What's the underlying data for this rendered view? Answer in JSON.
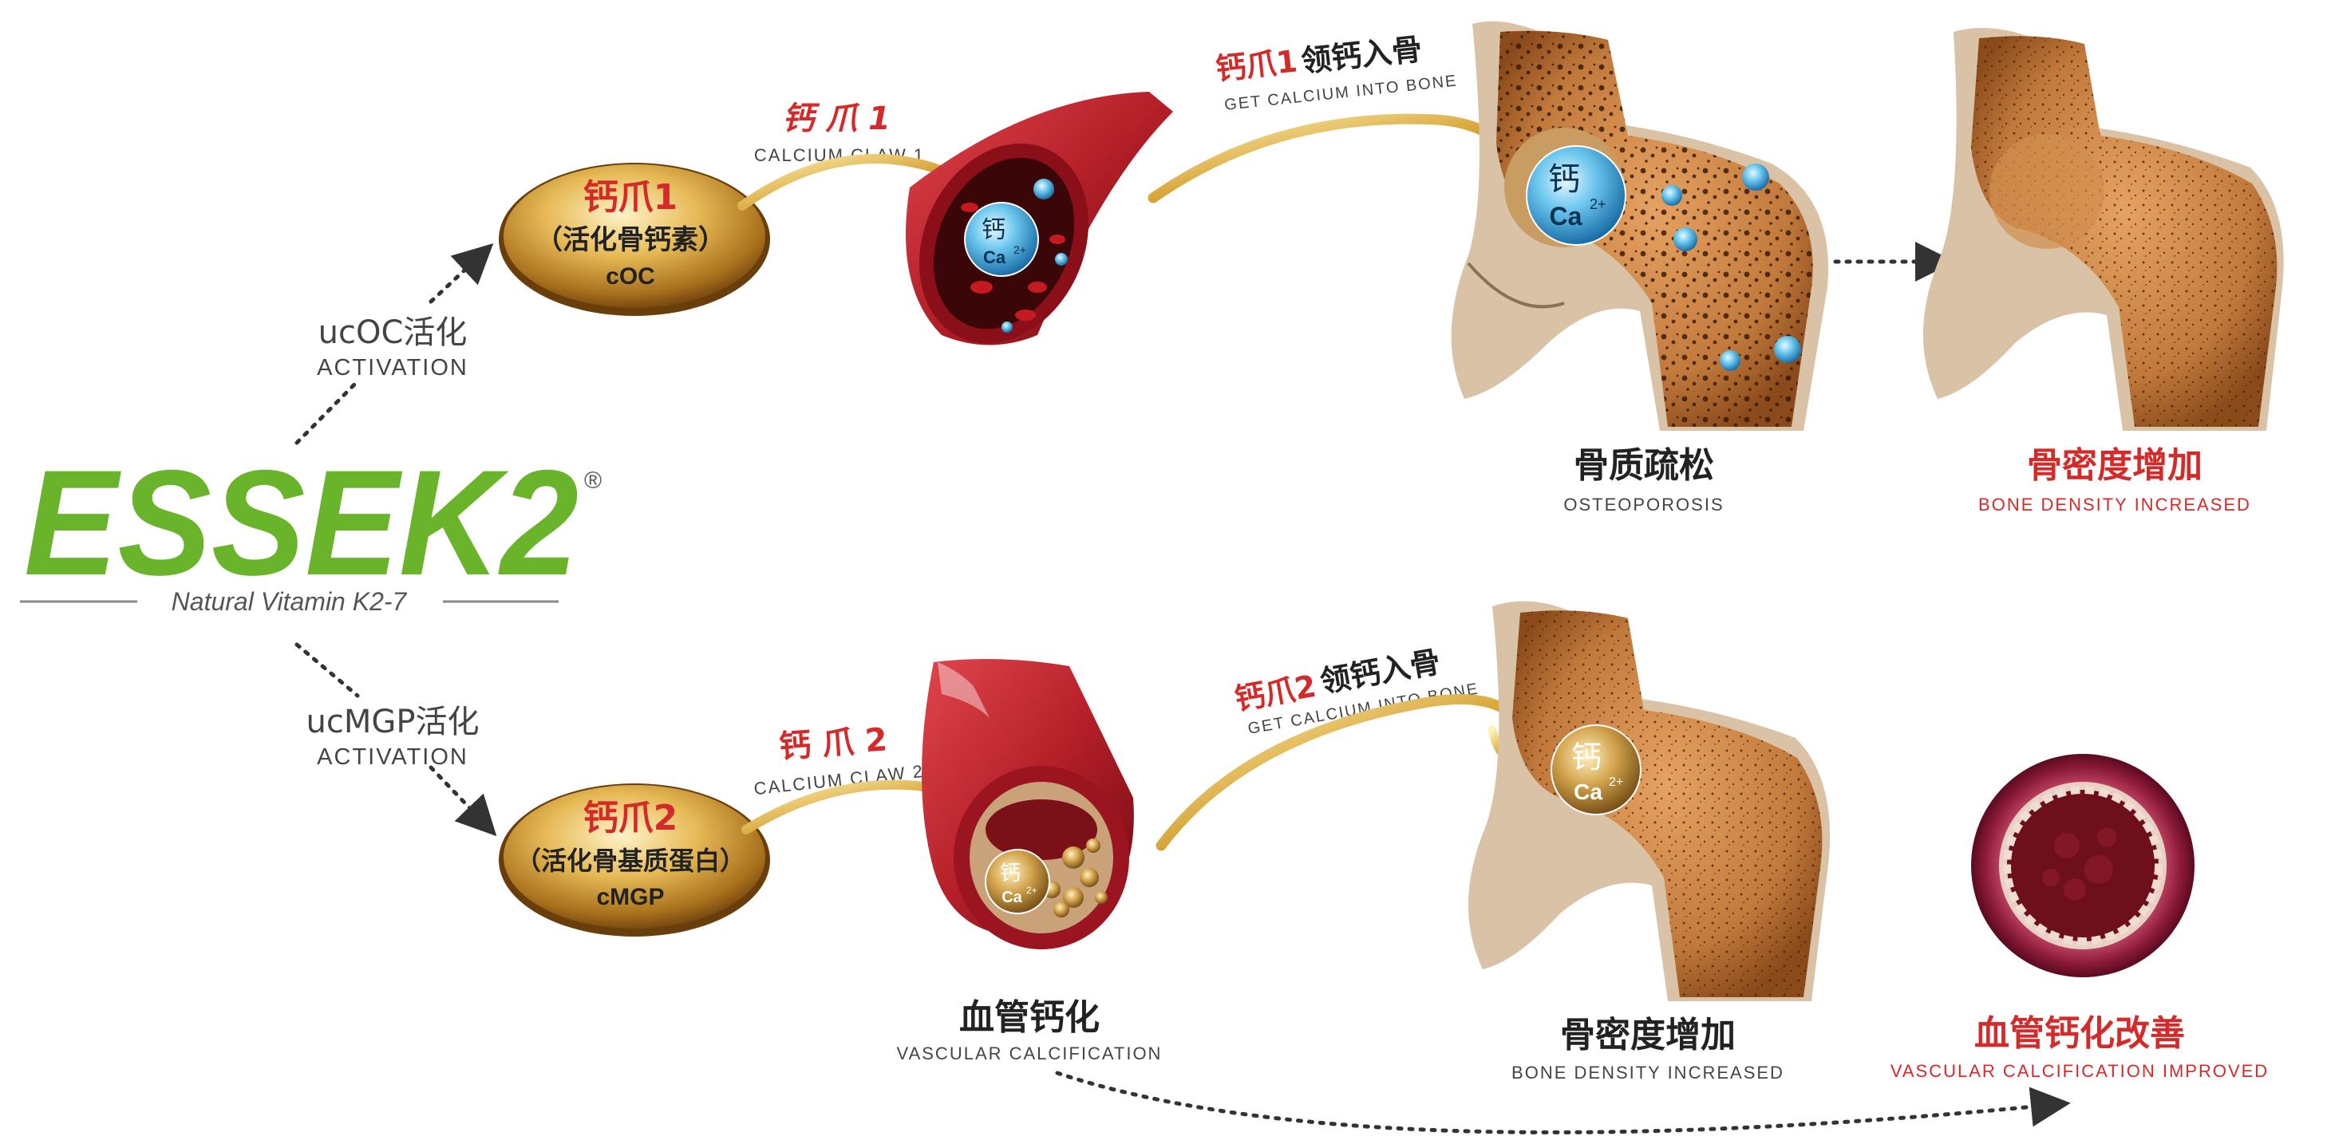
{
  "logo": {
    "wordmark": "ESSEK2",
    "registered": "®",
    "tagline": "Natural Vitamin K2-7",
    "colors": {
      "green": "#6ab42c",
      "gold": "#d4a018"
    }
  },
  "activation_top": {
    "line1": "ucOC活化",
    "line2": "ACTIVATION"
  },
  "activation_bottom": {
    "line1": "ucMGP活化",
    "line2": "ACTIVATION"
  },
  "pill_top": {
    "title": "钙爪1",
    "subtitle": "（活化骨钙素）",
    "code": "cOC"
  },
  "pill_bottom": {
    "title": "钙爪2",
    "subtitle": "（活化骨基质蛋白）",
    "code": "cMGP"
  },
  "claw1": {
    "cn": "钙 爪 1",
    "en": "CALCIUM CLAW 1"
  },
  "claw2": {
    "cn": "钙 爪 2",
    "en": "CALCIUM CLAW 2"
  },
  "lead1": {
    "cn_red": "钙爪1",
    "cn_dark": "领钙入骨",
    "en": "GET CALCIUM INTO BONE"
  },
  "lead2": {
    "cn_red": "钙爪2",
    "cn_dark": "领钙入骨",
    "en": "GET CALCIUM INTO BONE"
  },
  "calcium": {
    "cn": "钙",
    "symbol": "Ca",
    "charge": "2+"
  },
  "osteoporosis": {
    "cn": "骨质疏松",
    "en": "OSTEOPOROSIS"
  },
  "density_top": {
    "cn": "骨密度增加",
    "en": "BONE DENSITY INCREASED"
  },
  "vascular": {
    "cn": "血管钙化",
    "en": "VASCULAR CALCIFICATION"
  },
  "density_bottom": {
    "cn": "骨密度增加",
    "en": "BONE DENSITY INCREASED"
  },
  "vascular_improved": {
    "cn": "血管钙化改善",
    "en": "VASCULAR CALCIFICATION IMPROVED"
  },
  "colors": {
    "accent_red": "#d42a2a",
    "gold": "#c89a3a",
    "bone": "#c9834a",
    "vessel": "#b41f28"
  }
}
